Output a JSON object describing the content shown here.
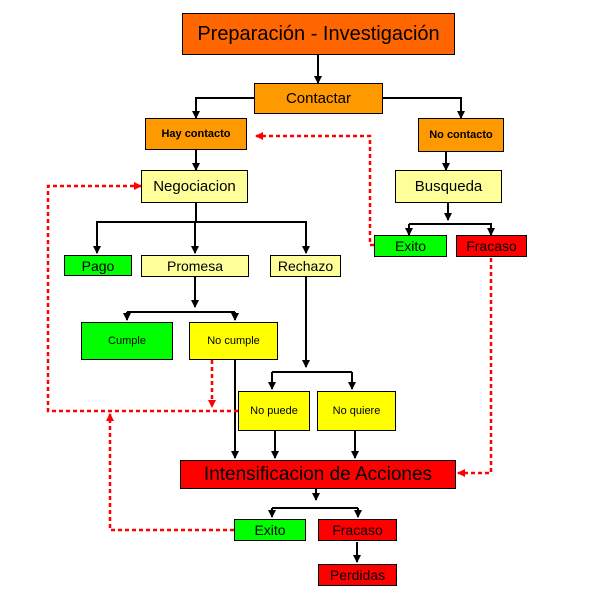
{
  "nodes": {
    "prep": "Preparación - Investigación",
    "contactar": "Contactar",
    "hay_contacto": "Hay contacto",
    "no_contacto": "No contacto",
    "negociacion": "Negociacion",
    "busqueda": "Busqueda",
    "exito_busqueda": "Exito",
    "fracaso_busqueda": "Fracaso",
    "pago": "Pago",
    "promesa": "Promesa",
    "rechazo": "Rechazo",
    "cumple": "Cumple",
    "no_cumple": "No cumple",
    "no_puede": "No puede",
    "no_quiere": "No quiere",
    "intensificacion": "Intensificacion de Acciones",
    "exito_final": "Exito",
    "fracaso_final": "Fracaso",
    "perdidas": "Perdidas"
  },
  "colors": {
    "orange": "#ff6600",
    "light_orange": "#ff9900",
    "cream": "#ffff99",
    "yellow": "#ffff00",
    "green": "#00ff00",
    "red": "#ff0000",
    "feedback_arrow": "#ff0000",
    "flow_arrow": "#000000"
  }
}
